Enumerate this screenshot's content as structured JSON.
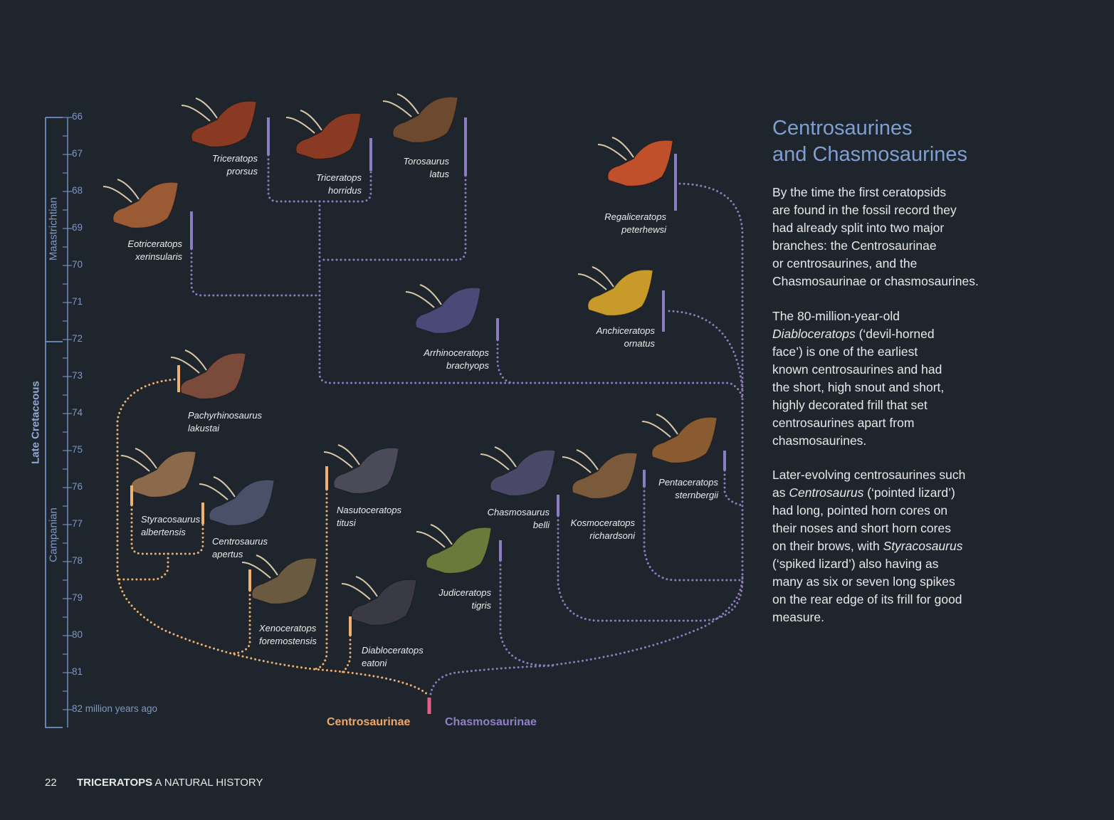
{
  "axis": {
    "ticks": [
      "66",
      "67",
      "68",
      "69",
      "70",
      "71",
      "72",
      "73",
      "74",
      "75",
      "76",
      "77",
      "78",
      "79",
      "80",
      "81",
      "82 million years ago"
    ],
    "stages": [
      "Maastrichtian",
      "Campanian"
    ],
    "era": "Late Cretaceous",
    "color": "#6f8fc0"
  },
  "colors": {
    "centrosaurine": "#f0b070",
    "chasmosaurine": "#8c7cc0",
    "root": "#e0608a",
    "background": "#1f252d"
  },
  "taxa": [
    {
      "genus": "Triceratops",
      "species": "prorsus",
      "clade": "chasmosaurine",
      "head_color": "#8a3a22"
    },
    {
      "genus": "Triceratops",
      "species": "horridus",
      "clade": "chasmosaurine",
      "head_color": "#8a3a22"
    },
    {
      "genus": "Torosaurus",
      "species": "latus",
      "clade": "chasmosaurine",
      "head_color": "#6b4a30"
    },
    {
      "genus": "Eotriceratops",
      "species": "xerinsularis",
      "clade": "chasmosaurine",
      "head_color": "#9a5a34"
    },
    {
      "genus": "Regaliceratops",
      "species": "peterhewsi",
      "clade": "chasmosaurine",
      "head_color": "#c0502a"
    },
    {
      "genus": "Arrhinoceratops",
      "species": "brachyops",
      "clade": "chasmosaurine",
      "head_color": "#4a4a78"
    },
    {
      "genus": "Anchiceratops",
      "species": "ornatus",
      "clade": "chasmosaurine",
      "head_color": "#c89a2a"
    },
    {
      "genus": "Pachyrhinosaurus",
      "species": "lakustai",
      "clade": "centrosaurine",
      "head_color": "#7a4a3a"
    },
    {
      "genus": "Styracosaurus",
      "species": "albertensis",
      "clade": "centrosaurine",
      "head_color": "#8a6a4a"
    },
    {
      "genus": "Centrosaurus",
      "species": "apertus",
      "clade": "centrosaurine",
      "head_color": "#4a5068"
    },
    {
      "genus": "Nasutoceratops",
      "species": "titusi",
      "clade": "centrosaurine",
      "head_color": "#4a4a58"
    },
    {
      "genus": "Xenoceratops",
      "species": "foremostensis",
      "clade": "centrosaurine",
      "head_color": "#6a5a40"
    },
    {
      "genus": "Diabloceratops",
      "species": "eatoni",
      "clade": "centrosaurine",
      "head_color": "#3a3a44"
    },
    {
      "genus": "Chasmosaurus",
      "species": "belli",
      "clade": "chasmosaurine",
      "head_color": "#4a4868"
    },
    {
      "genus": "Kosmoceratops",
      "species": "richardsoni",
      "clade": "chasmosaurine",
      "head_color": "#7a5a3a"
    },
    {
      "genus": "Pentaceratops",
      "species": "sternbergii",
      "clade": "chasmosaurine",
      "head_color": "#8a5a30"
    },
    {
      "genus": "Judiceratops",
      "species": "tigris",
      "clade": "chasmosaurine",
      "head_color": "#6a7a3a"
    }
  ],
  "clades": {
    "centrosaurinae": "Centrosaurinae",
    "chasmosaurinae": "Chasmosaurinae"
  },
  "article": {
    "title": [
      "Centrosaurines",
      "and Chasmosaurines"
    ],
    "paragraphs": [
      [
        [
          {
            "t": "By the time the first ceratopsids"
          }
        ],
        [
          {
            "t": "are found in the fossil record they"
          }
        ],
        [
          {
            "t": "had already split into two major"
          }
        ],
        [
          {
            "t": "branches: the Centrosaurinae"
          }
        ],
        [
          {
            "t": "or centrosaurines, and the"
          }
        ],
        [
          {
            "t": "Chasmosaurinae or chasmosaurines."
          }
        ]
      ],
      [
        [
          {
            "t": "The 80-million-year-old"
          }
        ],
        [
          {
            "t": "Diabloceratops",
            "i": true
          },
          {
            "t": " (‘devil-horned"
          }
        ],
        [
          {
            "t": "face’) is one of the earliest"
          }
        ],
        [
          {
            "t": "known centrosaurines and had"
          }
        ],
        [
          {
            "t": "the short, high snout and short,"
          }
        ],
        [
          {
            "t": "highly decorated frill that set"
          }
        ],
        [
          {
            "t": "centrosaurines apart from"
          }
        ],
        [
          {
            "t": "chasmosaurines."
          }
        ]
      ],
      [
        [
          {
            "t": "Later-evolving centrosaurines such"
          }
        ],
        [
          {
            "t": "as "
          },
          {
            "t": "Centrosaurus",
            "i": true
          },
          {
            "t": " (‘pointed lizard’)"
          }
        ],
        [
          {
            "t": "had long, pointed horn cores on"
          }
        ],
        [
          {
            "t": "their noses and short horn cores"
          }
        ],
        [
          {
            "t": "on their brows, with "
          },
          {
            "t": "Styracosaurus",
            "i": true
          }
        ],
        [
          {
            "t": "(‘spiked lizard’) also having as"
          }
        ],
        [
          {
            "t": "many as six or seven long spikes"
          }
        ],
        [
          {
            "t": "on the rear edge of its frill for good"
          }
        ],
        [
          {
            "t": "measure."
          }
        ]
      ]
    ]
  },
  "footer": {
    "page_number": "22",
    "book_title_bold": "TRICERATOPS",
    "book_title_rest": " A NATURAL HISTORY"
  }
}
